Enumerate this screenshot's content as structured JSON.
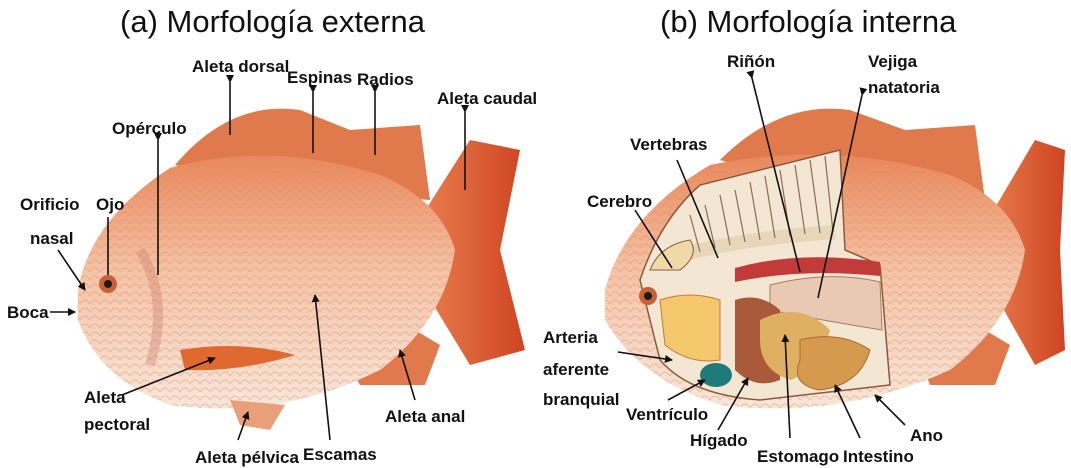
{
  "titles": {
    "a": "(a) Morfología externa",
    "b": "(b) Morfología interna"
  },
  "external_labels": {
    "aleta_dorsal": "Aleta dorsal",
    "espinas": "Espinas",
    "radios": "Radios",
    "aleta_caudal": "Aleta caudal",
    "operculo": "Opérculo",
    "orificio_nasal_1": "Orificio",
    "orificio_nasal_2": "nasal",
    "ojo": "Ojo",
    "boca": "Boca",
    "aleta_pectoral_1": "Aleta",
    "aleta_pectoral_2": "pectoral",
    "aleta_pelvica": "Aleta pélvica",
    "escamas": "Escamas",
    "aleta_anal": "Aleta anal"
  },
  "internal_labels": {
    "rinon": "Riñón",
    "vejiga_1": "Vejiga",
    "vejiga_2": "natatoria",
    "vertebras": "Vertebras",
    "cerebro": "Cerebro",
    "arteria_1": "Arteria",
    "arteria_2": "aferente",
    "arteria_3": "branquial",
    "ventriculo": "Ventrículo",
    "higado": "Hígado",
    "estomago": "Estomago",
    "intestino": "Intestino",
    "ano": "Ano"
  },
  "colors": {
    "fin": "#d9532a",
    "fin_light": "#ee8a57",
    "body": "#f2b28f",
    "belly": "#f8e4d6",
    "kidney": "#c23a3a",
    "bladder": "#e9c9b4",
    "liver": "#a85a3a",
    "stomach": "#e0b062",
    "intestine": "#d69a4e",
    "ventricle": "#1f7a7a",
    "gill": "#f5c96b"
  }
}
